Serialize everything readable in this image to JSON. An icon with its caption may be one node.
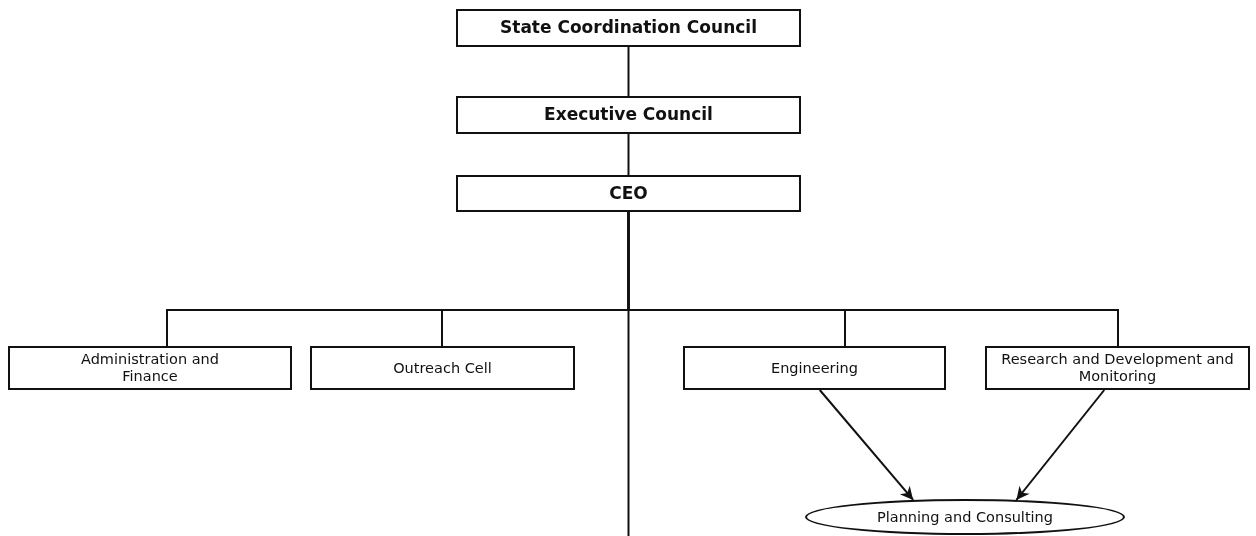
{
  "diagram": {
    "nodes": [
      {
        "text": [
          "State Coordination Council"
        ]
      },
      {
        "text": [
          "Executive Council"
        ]
      },
      {
        "text": [
          "CEO"
        ]
      },
      {
        "text": [
          "Administration and Finance"
        ]
      },
      {
        "text": [
          "Outreach Cell"
        ]
      },
      {
        "text": [
          "Engineering"
        ]
      },
      {
        "text": [
          "Research and Development and Monitoring"
        ]
      },
      {
        "text": [
          "Planning and Consulting"
        ]
      }
    ],
    "edges": [
      {
        "from": 0,
        "to": 1,
        "arrow": "none"
      },
      {
        "from": 1,
        "to": 2,
        "arrow": "none"
      },
      {
        "from": 2,
        "to": 3,
        "arrow": "none"
      },
      {
        "from": 2,
        "to": 4,
        "arrow": "none"
      },
      {
        "from": 2,
        "to": 5,
        "arrow": "none"
      },
      {
        "from": 2,
        "to": 6,
        "arrow": "none"
      },
      {
        "from": 2,
        "to": null,
        "arrow": "none"
      },
      {
        "from": 5,
        "to": 7,
        "arrow": "to"
      },
      {
        "from": 6,
        "to": 7,
        "arrow": "to"
      }
    ]
  }
}
